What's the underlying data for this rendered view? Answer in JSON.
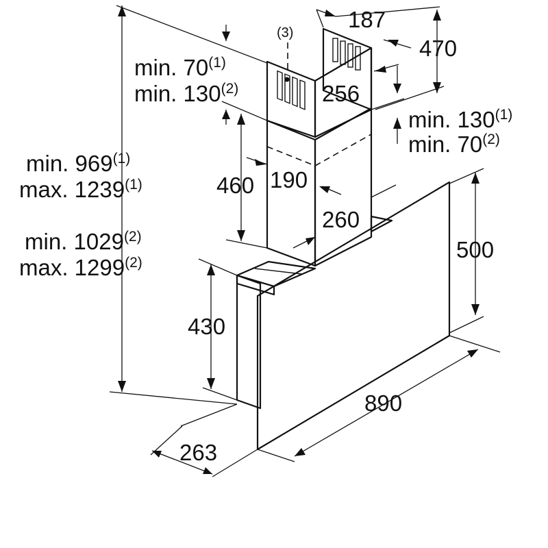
{
  "dimensions": {
    "d187": "187",
    "d470": "470",
    "d256": "256",
    "d460": "460",
    "d190": "190",
    "d260": "260",
    "d500": "500",
    "d430": "430",
    "d890": "890",
    "d263": "263"
  },
  "notes": {
    "note3": "(3)",
    "top_gap_line1": "min. 70",
    "top_gap_line1_sup": "(1)",
    "top_gap_line2": "min. 130",
    "top_gap_line2_sup": "(2)",
    "right_gap_line1": "min. 130",
    "right_gap_line1_sup": "(1)",
    "right_gap_line2": "min. 70",
    "right_gap_line2_sup": "(2)"
  },
  "heights": {
    "h1_line1": "min. 969",
    "h1_line1_sup": "(1)",
    "h1_line2": "max. 1239",
    "h1_line2_sup": "(1)",
    "h2_line1": "min. 1029",
    "h2_line1_sup": "(2)",
    "h2_line2": "max. 1299",
    "h2_line2_sup": "(2)"
  },
  "colors": {
    "line": "#111111",
    "background": "#ffffff"
  }
}
